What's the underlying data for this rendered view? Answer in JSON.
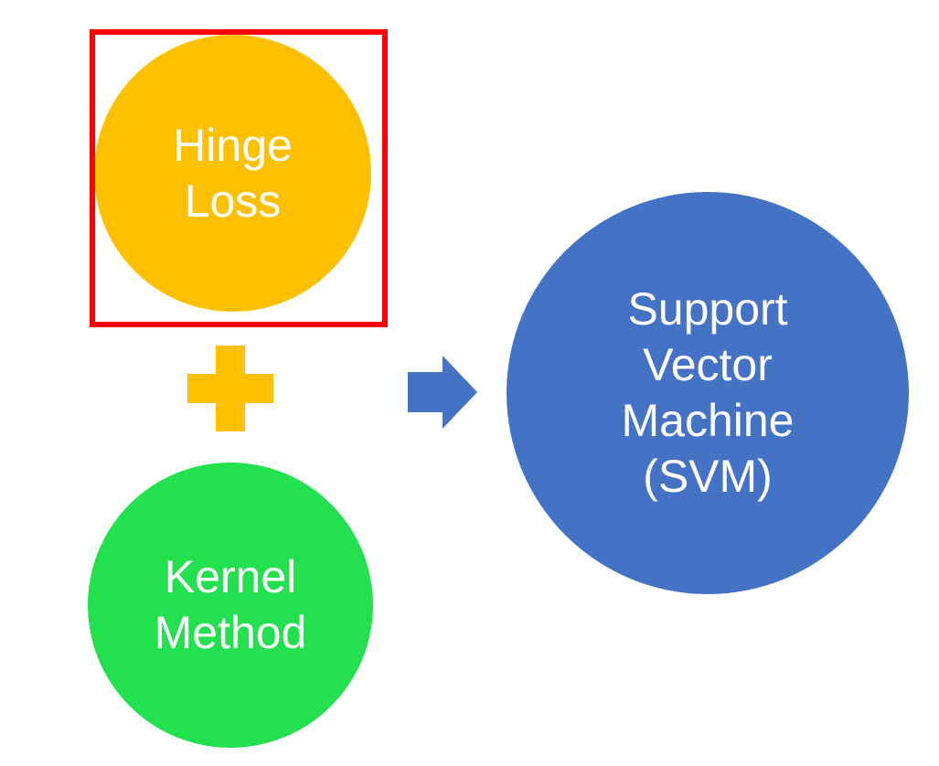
{
  "diagram": {
    "nodes": {
      "hinge_loss": {
        "lines": [
          "Hinge",
          "Loss"
        ],
        "color": "#FFC000"
      },
      "kernel_method": {
        "lines": [
          "Kernel",
          "Method"
        ],
        "color": "#22E04E"
      },
      "svm": {
        "lines": [
          "Support",
          "Vector",
          "Machine",
          "(SVM)"
        ],
        "color": "#4472C4"
      }
    },
    "plus_icon": {
      "icon": "plus-icon",
      "color": "#FFC000"
    },
    "arrow_icon": {
      "icon": "arrow-right-icon",
      "color": "#4472C4"
    },
    "highlight": {
      "target": "hinge_loss",
      "color": "#FF0000"
    }
  }
}
